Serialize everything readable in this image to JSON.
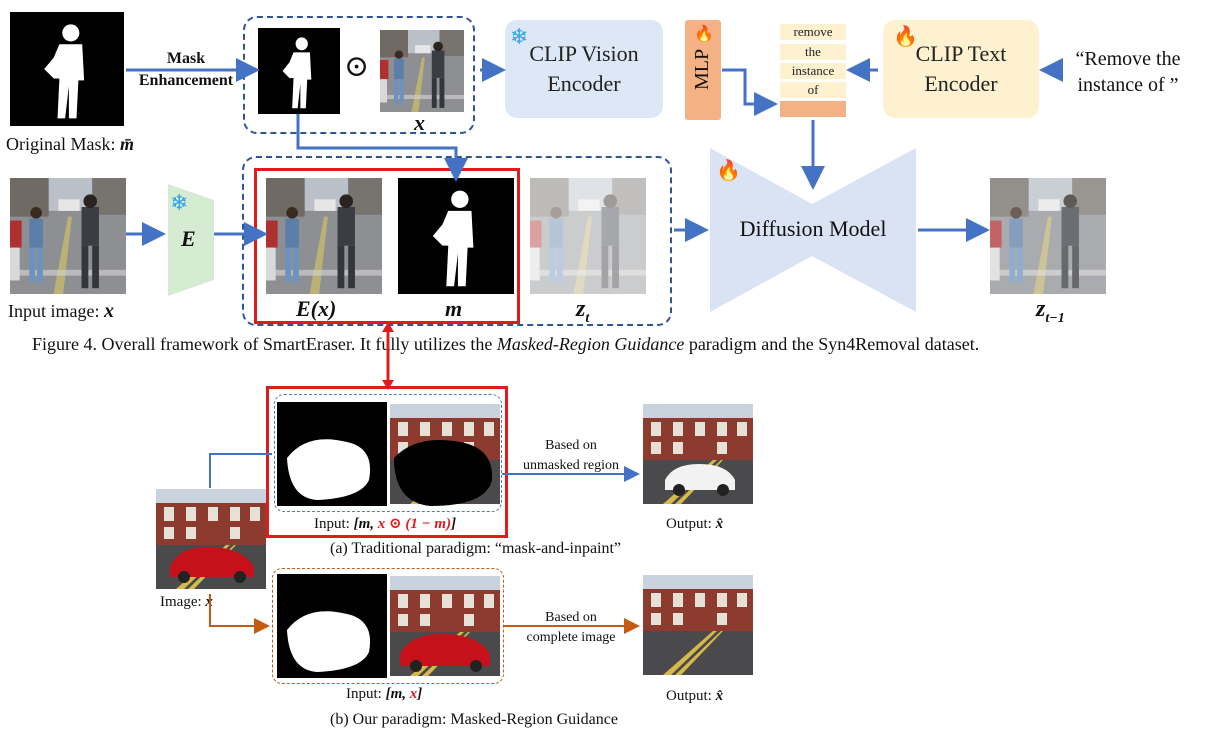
{
  "top": {
    "mask_enhancement": "Mask\nEnhancement",
    "original_mask_label": "Original Mask:",
    "original_mask_symbol": "m̄",
    "odot_symbol": "⊙",
    "x_symbol": "x",
    "clip_vision": "CLIP Vision\nEncoder",
    "mlp": "MLP",
    "tokens": [
      "remove",
      "the",
      "instance",
      "of",
      ""
    ],
    "clip_text": "CLIP Text\nEncoder",
    "prompt": "“Remove the\ninstance of ”",
    "input_label": "Input image:",
    "input_symbol": "x",
    "encoder": "E",
    "ex_label": "E(x)",
    "m_label": "m",
    "zt_label": "z",
    "zt_sub": "t",
    "diffusion": "Diffusion Model",
    "zt1_label": "z",
    "zt1_sub": "t−1"
  },
  "figure_caption": {
    "prefix": "Figure 4. Overall framework of SmartEraser. It fully utilizes the ",
    "italic": "Masked-Region Guidance",
    "suffix": " paradigm and the Syn4Removal dataset."
  },
  "bottom": {
    "based_on_1": "Based on",
    "based_on_1b": "unmasked region",
    "input_a_label": "Input:",
    "input_a_formula_pre": "[m, ",
    "input_a_formula_red": "x ⊙ (1 − m)",
    "input_a_formula_post": "]",
    "output_a": "Output:",
    "output_sym": "x̂",
    "caption_a": "(a) Traditional paradigm: “mask-and-inpaint”",
    "image_label": "Image:",
    "image_symbol": "x",
    "based_on_2": "Based on",
    "based_on_2b": "complete image",
    "input_b_label": "Input:",
    "input_b_formula_pre": "[m, ",
    "input_b_formula_red": "x",
    "input_b_formula_post": "]",
    "output_b": "Output:",
    "caption_b": "(b) Our paradigm: Masked-Region Guidance"
  },
  "colors": {
    "arrow_blue": "#4472c4",
    "dash_blue": "#2f5597",
    "red": "#e01b1b",
    "orange": "#c55a11",
    "clip_bg": "#dce8f5",
    "text_enc_bg": "#fdf1cf",
    "mlp_bg": "#f4b183",
    "diffusion_bg": "#dae3f3"
  }
}
